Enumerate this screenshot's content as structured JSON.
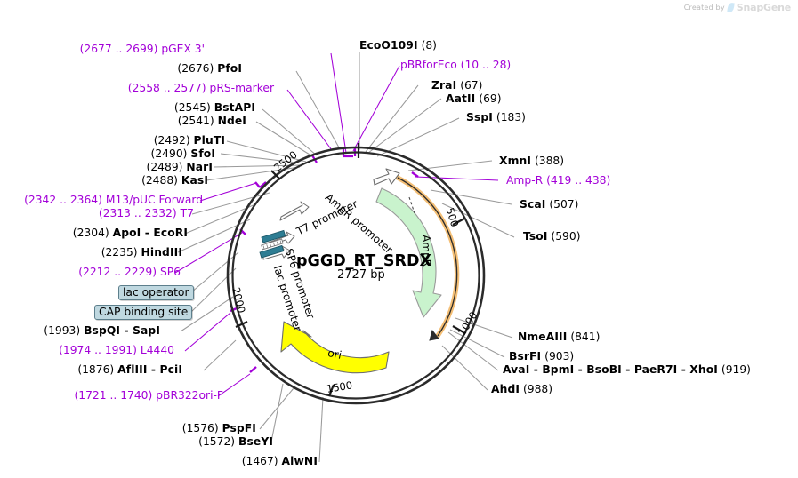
{
  "credit": {
    "prefix": "Created by",
    "brand": "SnapGene",
    "icon": "snapgene-leaf-icon"
  },
  "plasmid": {
    "name": "pGGD_RT_SRDX",
    "size": "2727 bp",
    "tick_labels": [
      "500",
      "1000",
      "1500",
      "2000",
      "2500"
    ]
  },
  "map_features": [
    {
      "label": "AmpR promoter",
      "color": "#ffffff"
    },
    {
      "label": "AmpR",
      "color": "#c9f3cd"
    },
    {
      "label": "T7 promoter",
      "color": "#ffffff"
    },
    {
      "label": "SP6 promoter",
      "color": "#ffffff"
    },
    {
      "label": "lac promoter",
      "color": "#ffffff"
    },
    {
      "label": "ori",
      "color": "#ffff00"
    }
  ],
  "colors": {
    "enzyme_text": "#000000",
    "feature_text": "#a300d8",
    "ampr_fill": "#c9f3cd",
    "ori_fill": "#ffff00",
    "operator_fill": "#bfd8e0",
    "operator_box_fill": "#2e7d93",
    "backbone": "#2b2b2b",
    "orange_arc": "#f0b86a"
  },
  "labels_left": [
    {
      "id": "pgex3",
      "kind": "feature",
      "range": "(2677 .. 2699)",
      "name": "pGEX 3'"
    },
    {
      "id": "pfoi",
      "kind": "enzyme",
      "range": "(2676)",
      "name": "PfoI"
    },
    {
      "id": "prs-marker",
      "kind": "feature",
      "range": "(2558 .. 2577)",
      "name": "pRS-marker"
    },
    {
      "id": "bstapi",
      "kind": "enzyme",
      "range": "(2545)",
      "name": "BstAPI"
    },
    {
      "id": "ndei",
      "kind": "enzyme",
      "range": "(2541)",
      "name": "NdeI"
    },
    {
      "id": "pluti",
      "kind": "enzyme",
      "range": "(2492)",
      "name": "PluTI"
    },
    {
      "id": "sfoi",
      "kind": "enzyme",
      "range": "(2490)",
      "name": "SfoI"
    },
    {
      "id": "nari",
      "kind": "enzyme",
      "range": "(2489)",
      "name": "NarI"
    },
    {
      "id": "kasi",
      "kind": "enzyme",
      "range": "(2488)",
      "name": "KasI"
    },
    {
      "id": "m13puc-forward",
      "kind": "feature",
      "range": "(2342 .. 2364)",
      "name": "M13/pUC Forward"
    },
    {
      "id": "t7",
      "kind": "feature",
      "range": "(2313 .. 2332)",
      "name": "T7"
    },
    {
      "id": "apoi-ecori",
      "kind": "enzyme",
      "range": "(2304)",
      "name": "ApoI  -  EcoRI"
    },
    {
      "id": "hindiii",
      "kind": "enzyme",
      "range": "(2235)",
      "name": "HindIII"
    },
    {
      "id": "sp6",
      "kind": "feature",
      "range": "(2212 .. 2229)",
      "name": "SP6"
    },
    {
      "id": "lac-operator",
      "kind": "boxed",
      "range": "",
      "name": "lac operator"
    },
    {
      "id": "cap-binding-site",
      "kind": "boxed",
      "range": "",
      "name": "CAP binding site"
    },
    {
      "id": "bspqi-sapi",
      "kind": "enzyme",
      "range": "(1993)",
      "name": "BspQI  -  SapI"
    },
    {
      "id": "l4440",
      "kind": "feature",
      "range": "(1974 .. 1991)",
      "name": "L4440"
    },
    {
      "id": "afliii-pcii",
      "kind": "enzyme",
      "range": "(1876)",
      "name": "AflIII  -  PciI"
    },
    {
      "id": "pbr322ori-f",
      "kind": "feature",
      "range": "(1721 .. 1740)",
      "name": "pBR322ori-F"
    },
    {
      "id": "pspfi",
      "kind": "enzyme",
      "range": "(1576)",
      "name": "PspFI"
    },
    {
      "id": "bseyi",
      "kind": "enzyme",
      "range": "(1572)",
      "name": "BseYI"
    },
    {
      "id": "alwni",
      "kind": "enzyme",
      "range": "(1467)",
      "name": "AlwNI"
    }
  ],
  "labels_right": [
    {
      "id": "ecoo109i",
      "kind": "enzyme",
      "range": "(8)",
      "name": "EcoO109I"
    },
    {
      "id": "pbrforeco",
      "kind": "feature",
      "range": "(10 .. 28)",
      "name": "pBRforEco"
    },
    {
      "id": "zrai",
      "kind": "enzyme",
      "range": "(67)",
      "name": "ZraI"
    },
    {
      "id": "aatii",
      "kind": "enzyme",
      "range": "(69)",
      "name": "AatII"
    },
    {
      "id": "sspi",
      "kind": "enzyme",
      "range": "(183)",
      "name": "SspI"
    },
    {
      "id": "xmni",
      "kind": "enzyme",
      "range": "(388)",
      "name": "XmnI"
    },
    {
      "id": "amp-r",
      "kind": "feature",
      "range": "(419 .. 438)",
      "name": "Amp-R"
    },
    {
      "id": "scai",
      "kind": "enzyme",
      "range": "(507)",
      "name": "ScaI"
    },
    {
      "id": "tsoi",
      "kind": "enzyme",
      "range": "(590)",
      "name": "TsoI"
    },
    {
      "id": "nmeaiii",
      "kind": "enzyme",
      "range": "(841)",
      "name": "NmeAIII"
    },
    {
      "id": "bsrfi",
      "kind": "enzyme",
      "range": "(903)",
      "name": "BsrFI"
    },
    {
      "id": "avai-bpmi-bsobi-paer7i-xhoi",
      "kind": "enzyme",
      "range": "(919)",
      "name": "AvaI  -  BpmI  -  BsoBI  -  PaeR7I  -  XhoI"
    },
    {
      "id": "ahdi",
      "kind": "enzyme",
      "range": "(988)",
      "name": "AhdI"
    }
  ]
}
